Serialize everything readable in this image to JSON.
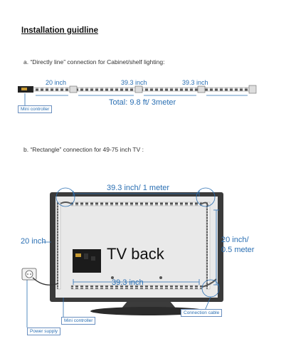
{
  "title": "Installation guidline",
  "section_a": {
    "caption": "a. “Directly line” connection for Cabinet/shelf lighting:",
    "seg1": "20 inch",
    "seg2": "39.3 inch",
    "seg3": "39.3 inch",
    "total": "Total: 9.8 ft/ 3meter",
    "mini_controller": "Mini controller"
  },
  "section_b": {
    "caption": "b. “Rectangle” connection for 49-75 inch TV :",
    "top_dim": "39.3 inch/ 1 meter",
    "left_dim": "20 inch",
    "right_dim_line1": "20 inch/",
    "right_dim_line2": "0.5 meter",
    "bottom_dim": "39.3 inch",
    "tv_label": "TV back",
    "connection_cable": "Connection cable",
    "mini_controller": "Mini controller",
    "power_supply": "Power supply"
  },
  "colors": {
    "accent": "#2a6fb3",
    "tv_frame": "#3a3a3a",
    "tv_panel": "#e9e9e9"
  }
}
